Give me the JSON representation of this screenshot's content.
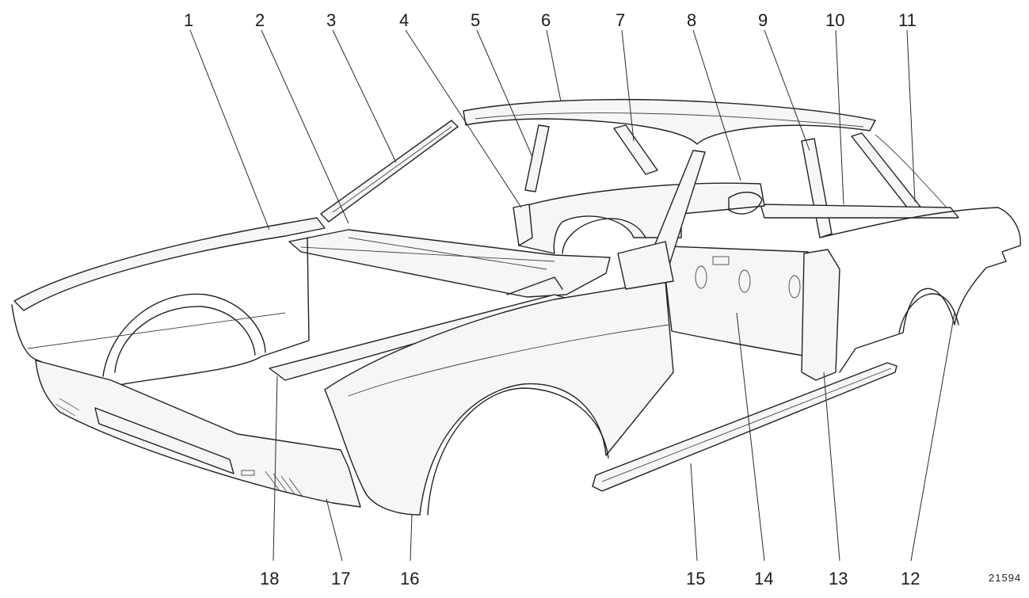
{
  "diagram": {
    "top_labels": [
      "1",
      "2",
      "3",
      "4",
      "5",
      "6",
      "7",
      "8",
      "9",
      "10",
      "11"
    ],
    "bottom_labels": [
      "18",
      "17",
      "16",
      "15",
      "14",
      "13",
      "12"
    ],
    "reference_number": "21594"
  },
  "colors": {
    "line": "#222222",
    "background": "#ffffff"
  }
}
